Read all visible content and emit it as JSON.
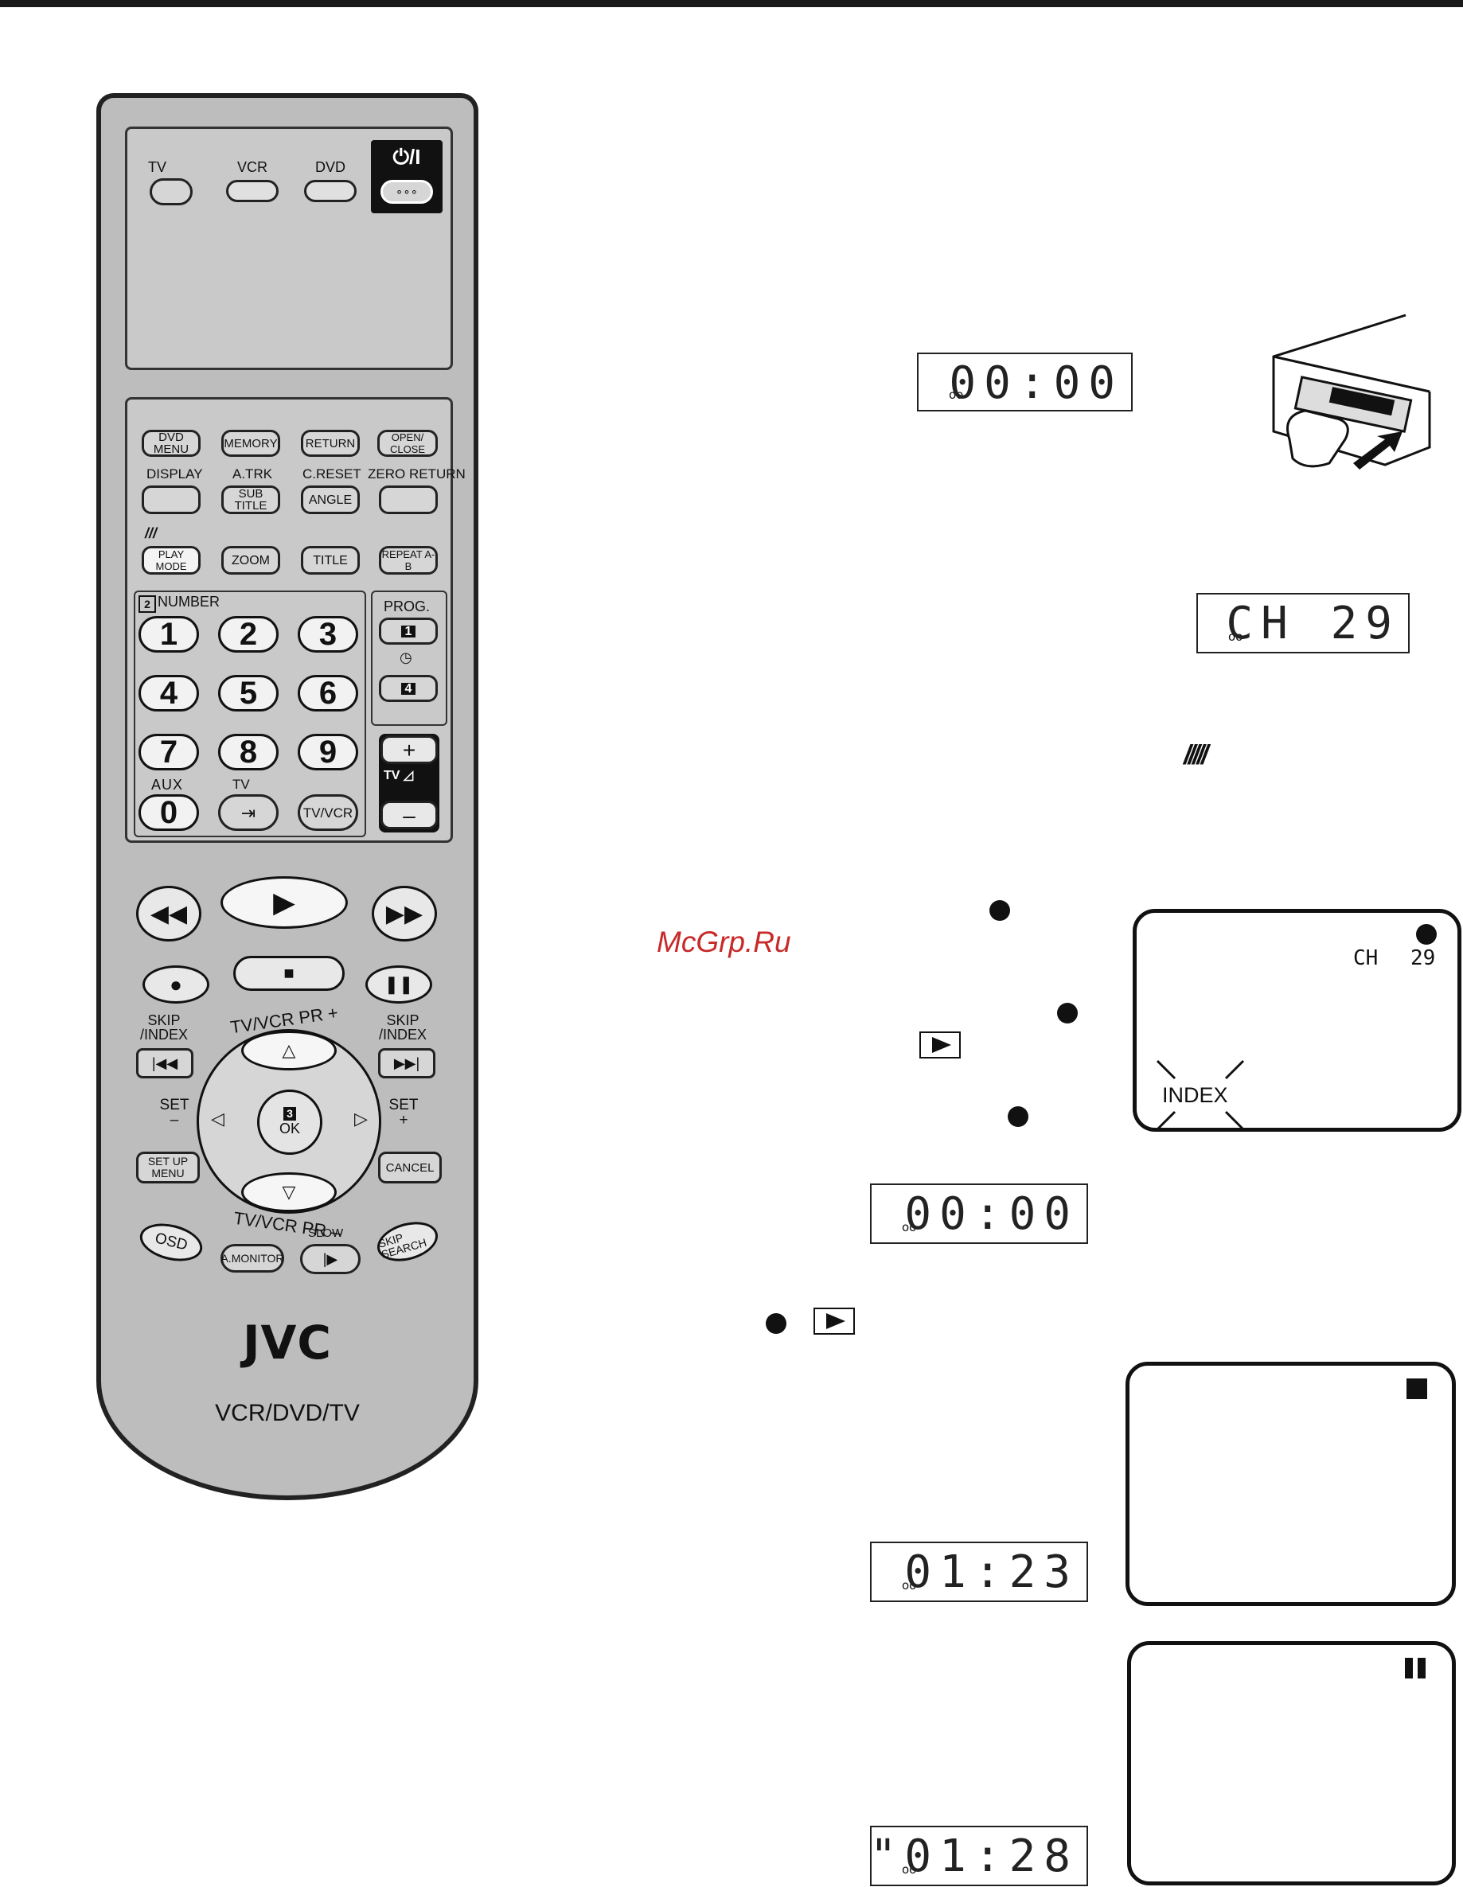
{
  "remote": {
    "source_buttons": {
      "tv": "TV",
      "vcr": "VCR",
      "dvd": "DVD",
      "power": "⏻/I",
      "power_sub": "∘∘∘"
    },
    "row1": [
      "DVD MENU",
      "MEMORY",
      "RETURN",
      "OPEN/ CLOSE"
    ],
    "row2_labels": [
      "DISPLAY",
      "A.TRK",
      "C.RESET",
      "ZERO RETURN"
    ],
    "row2_buttons": [
      "",
      "SUB TITLE",
      "ANGLE",
      ""
    ],
    "row3": [
      "PLAY MODE",
      "ZOOM",
      "TITLE",
      "REPEAT A-B"
    ],
    "number_label": "NUMBER",
    "number_step": "2",
    "prog_label": "PROG.",
    "prog_btn1": "1",
    "prog_btn2": "4",
    "digits": [
      "1",
      "2",
      "3",
      "4",
      "5",
      "6",
      "7",
      "8",
      "9"
    ],
    "aux_label": "AUX",
    "zero": "0",
    "tv_label": "TV",
    "tvvcr": "TV/VCR",
    "vol_plus": "+",
    "vol_minus": "–",
    "vol_label": "TV ◿",
    "skip_index": "SKIP /INDEX",
    "tv_vcr_pr_plus": "TV/VCR PR +",
    "tv_vcr_pr_minus": "TV/VCR PR –",
    "set_minus": "SET –",
    "set_plus": "SET +",
    "ok": "OK",
    "ok_step": "3",
    "setup_menu": "SET UP MENU",
    "cancel": "CANCEL",
    "osd": "OSD",
    "amonitor": "A.MONITOR",
    "slow": "SLOW",
    "skip_search": "SKIP SEARCH",
    "brand": "JVC",
    "model": "VCR/DVD/TV"
  },
  "lcd_displays": [
    {
      "value": "00:00"
    },
    {
      "value": "CH 29"
    },
    {
      "value": "00:00"
    },
    {
      "value": "01:23"
    },
    {
      "value": "\"01:28"
    }
  ],
  "tape_symbol": "oo",
  "screen_record": {
    "channel_label": "CH",
    "channel": "29",
    "index_label": "INDEX"
  },
  "watermark": "McGrp.Ru",
  "colors": {
    "remote_body": "#bdbdbd",
    "watermark": "#c82a2a"
  }
}
